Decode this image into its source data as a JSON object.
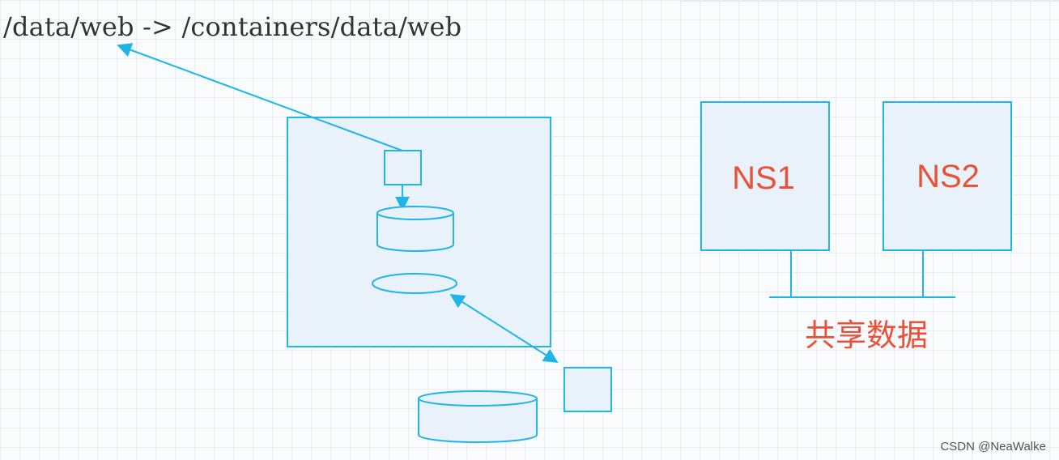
{
  "header": {
    "mount_path": "/data/web -> /containers/data/web"
  },
  "namespaces": [
    {
      "label": "NS1"
    },
    {
      "label": "NS2"
    }
  ],
  "shared": {
    "label": "共享数据"
  },
  "watermark": {
    "text": "CSDN @NeaWalke"
  },
  "colors": {
    "stroke": "#1fb5e6",
    "fill": "#e9f1fa",
    "label": "#e8523a",
    "text": "#333333"
  }
}
